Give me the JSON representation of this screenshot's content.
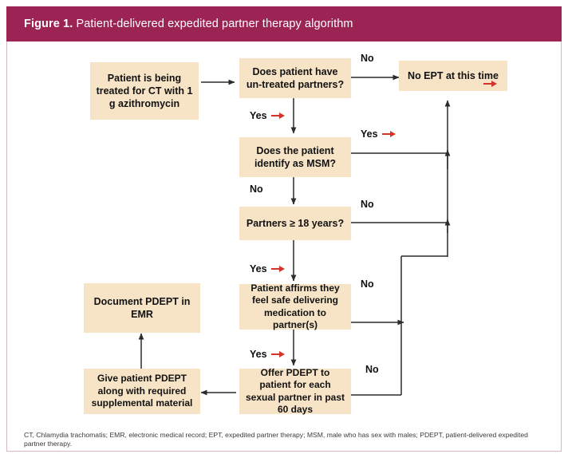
{
  "figure": {
    "number_label": "Figure 1.",
    "title": "Patient-delivered expedited partner therapy algorithm",
    "header_color": "#9c2454",
    "box_fill_color": "#f7e4c7",
    "accent_arrow_color": "#d3342c",
    "footnote": "CT, Chlamydia trachomatis; EMR, electronic medical record; EPT, expedited partner therapy; MSM, male who has sex with males; PDEPT, patient-delivered expedited partner therapy."
  },
  "nodes": {
    "start": "Patient is being treated for CT with 1 g azithromycin",
    "untreated_partners": "Does patient have un-treated partners?",
    "no_ept": "No EPT at this time",
    "msm": "Does the patient identify as MSM?",
    "partners_age": "Partners ≥ 18 years?",
    "safe_delivery": "Patient affirms they feel safe delivering medication to partner(s)",
    "offer_pdept": "Offer PDEPT to patient for each sexual partner in past 60 days",
    "give_pdept": "Give patient PDEPT along with required supplemental material",
    "document_pdept": "Document PDEPT in EMR"
  },
  "edge_labels": {
    "untreated_no": "No",
    "untreated_yes": "Yes",
    "msm_yes": "Yes",
    "msm_no": "No",
    "age_no": "No",
    "age_yes": "Yes",
    "safe_no": "No",
    "safe_yes": "Yes",
    "offer_no": "No"
  }
}
